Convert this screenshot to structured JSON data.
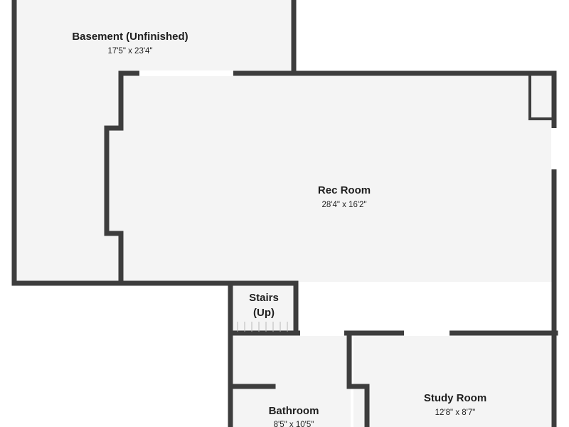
{
  "colors": {
    "wall": "#3d3d3d",
    "floor": "#f4f4f4",
    "opening": "#ffffff",
    "text": "#1e1e1e"
  },
  "rooms": [
    {
      "id": "basement",
      "name": "Basement (Unfinished)",
      "dimensions": "17'5\" x 23'4\""
    },
    {
      "id": "rec-room",
      "name": "Rec Room",
      "dimensions": "28'4\" x 16'2\""
    },
    {
      "id": "study-room",
      "name": "Study Room",
      "dimensions": "12'8\" x 8'7\""
    },
    {
      "id": "bathroom",
      "name": "Bathroom",
      "dimensions": "8'5\" x 10'5\""
    }
  ],
  "stairs": {
    "label_line1": "Stairs",
    "label_line2": "(Up)"
  }
}
